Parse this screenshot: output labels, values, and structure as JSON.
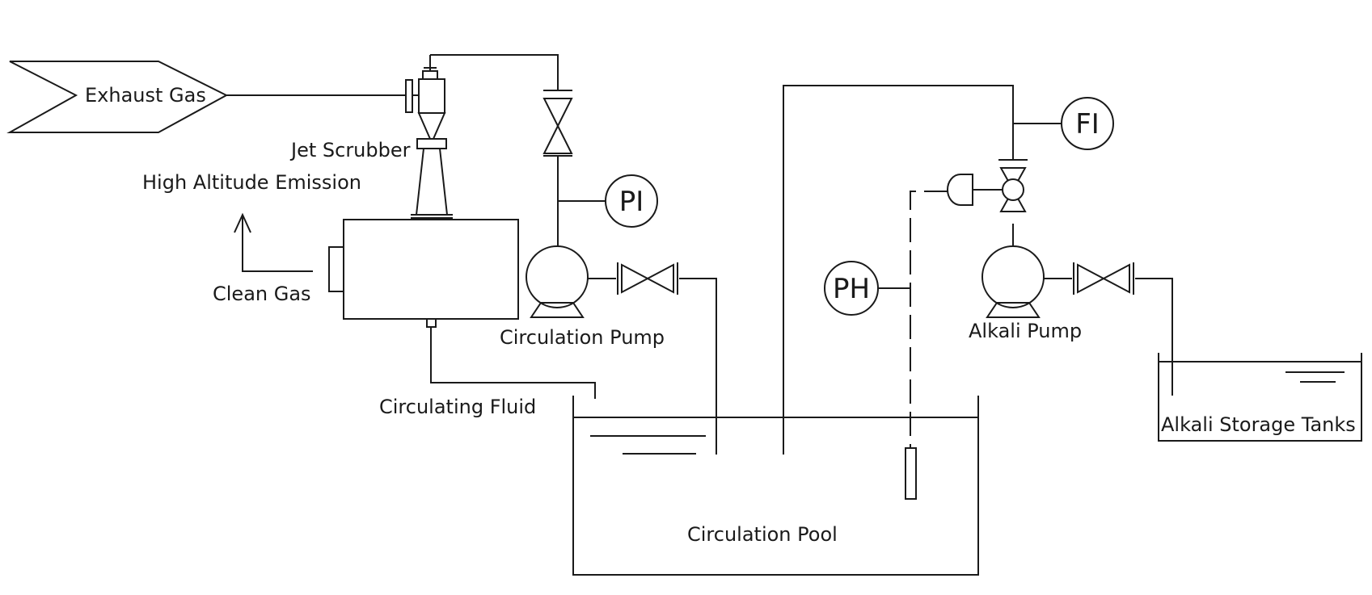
{
  "labels": {
    "exhaust_gas": "Exhaust Gas",
    "jet_scrubber": "Jet Scrubber",
    "high_altitude_emission": "High Altitude Emission",
    "clean_gas": "Clean Gas",
    "circulation_pump": "Circulation Pump",
    "circulating_fluid": "Circulating Fluid",
    "circulation_pool": "Circulation Pool",
    "alkali_pump": "Alkali Pump",
    "alkali_storage_tanks": "Alkali Storage Tanks"
  },
  "instruments": {
    "pi": "PI",
    "fi": "FI",
    "ph": "PH"
  },
  "colors": {
    "line": "#1a1a1a",
    "background": "#ffffff"
  }
}
